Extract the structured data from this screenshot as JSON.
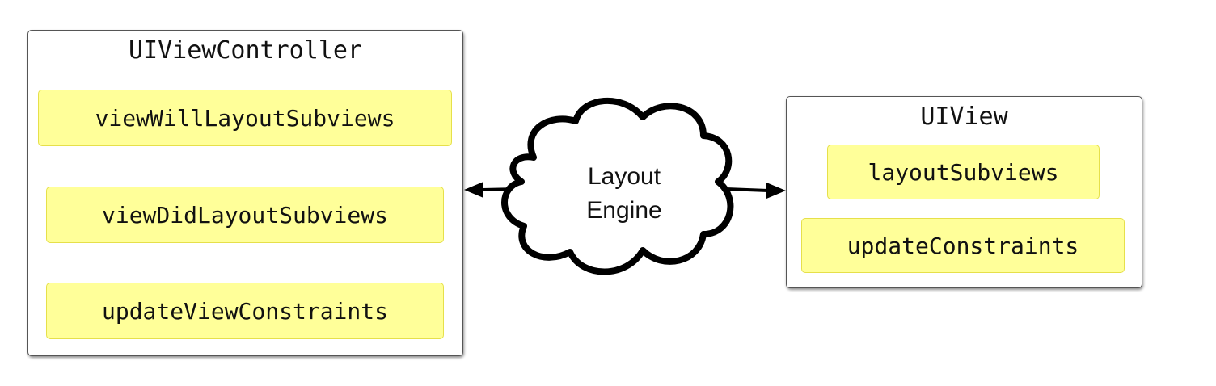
{
  "controller": {
    "title": "UIViewController",
    "methods": [
      "viewWillLayoutSubviews",
      "viewDidLayoutSubviews",
      "updateViewConstraints"
    ]
  },
  "view": {
    "title": "UIView",
    "methods": [
      "layoutSubviews",
      "updateConstraints"
    ]
  },
  "engine": {
    "line1": "Layout",
    "line2": "Engine"
  },
  "colors": {
    "method_fill": "#ffff99",
    "method_border": "#e6e04a",
    "panel_border": "#555555"
  }
}
